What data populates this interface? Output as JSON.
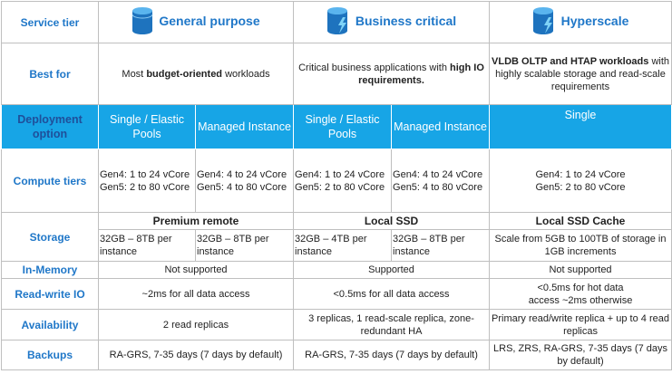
{
  "header": {
    "label": "Service tier",
    "tiers": [
      {
        "name": "General purpose",
        "icon": "database-icon"
      },
      {
        "name": "Business critical",
        "icon": "database-bolt-icon"
      },
      {
        "name": "Hyperscale",
        "icon": "database-bolt-icon"
      }
    ]
  },
  "best_for": {
    "label": "Best for",
    "gp": {
      "pre": "Most ",
      "bold": "budget-oriented",
      "post": " workloads"
    },
    "bc": {
      "pre": "Critical business applications with ",
      "bold": "high IO requirements."
    },
    "hs": {
      "bold": "VLDB OLTP and HTAP workloads",
      "post": " with highly scalable storage and read-scale requirements"
    }
  },
  "deployment": {
    "label": "Deployment option",
    "gp_single": "Single / Elastic Pools",
    "gp_managed": "Managed Instance",
    "bc_single": "Single / Elastic Pools",
    "bc_managed": "Managed Instance",
    "hs": "Single"
  },
  "compute": {
    "label": "Compute tiers",
    "gp_single": [
      "Gen4: 1 to 24 vCore",
      "Gen5: 2 to 80 vCore"
    ],
    "gp_managed": [
      "Gen4: 4 to 24 vCore",
      "Gen5: 4 to 80 vCore"
    ],
    "bc_single": [
      "Gen4: 1 to 24 vCore",
      "Gen5: 2 to 80 vCore"
    ],
    "bc_managed": [
      "Gen4: 4 to 24 vCore",
      "Gen5: 4 to 80 vCore"
    ],
    "hs": [
      "Gen4: 1 to 24 vCore",
      "Gen5: 2 to 80 vCore"
    ]
  },
  "storage": {
    "label": "Storage",
    "gp_head": "Premium remote",
    "bc_head": "Local SSD",
    "hs_head": "Local SSD Cache",
    "gp_single": "32GB – 8TB per instance",
    "gp_managed": "32GB – 8TB per instance",
    "bc_single": "32GB – 4TB per instance",
    "bc_managed": "32GB – 8TB per instance",
    "hs": "Scale from 5GB to 100TB of storage in 1GB increments"
  },
  "in_memory": {
    "label": "In-Memory",
    "gp": "Not supported",
    "bc": "Supported",
    "hs": "Not supported"
  },
  "read_write_io": {
    "label": "Read-write IO",
    "gp": "~2ms for all data access",
    "bc": "<0.5ms for all data access",
    "hs": "<0.5ms for hot data access ~2ms otherwise"
  },
  "availability": {
    "label": "Availability",
    "gp": "2 read replicas",
    "bc": "3 replicas, 1 read-scale replica, zone-redundant HA",
    "hs": "Primary read/write replica + up to 4 read replicas"
  },
  "backups": {
    "label": "Backups",
    "gp": "RA-GRS, 7-35 days (7 days by default)",
    "bc": "RA-GRS, 7-35 days (7 days by default)",
    "hs": "LRS, ZRS, RA-GRS, 7-35 days (7 days by default)"
  },
  "colors": {
    "accent_blue": "#1f77c8",
    "band_blue": "#17a5e6",
    "icon_blue": "#1e73be"
  }
}
